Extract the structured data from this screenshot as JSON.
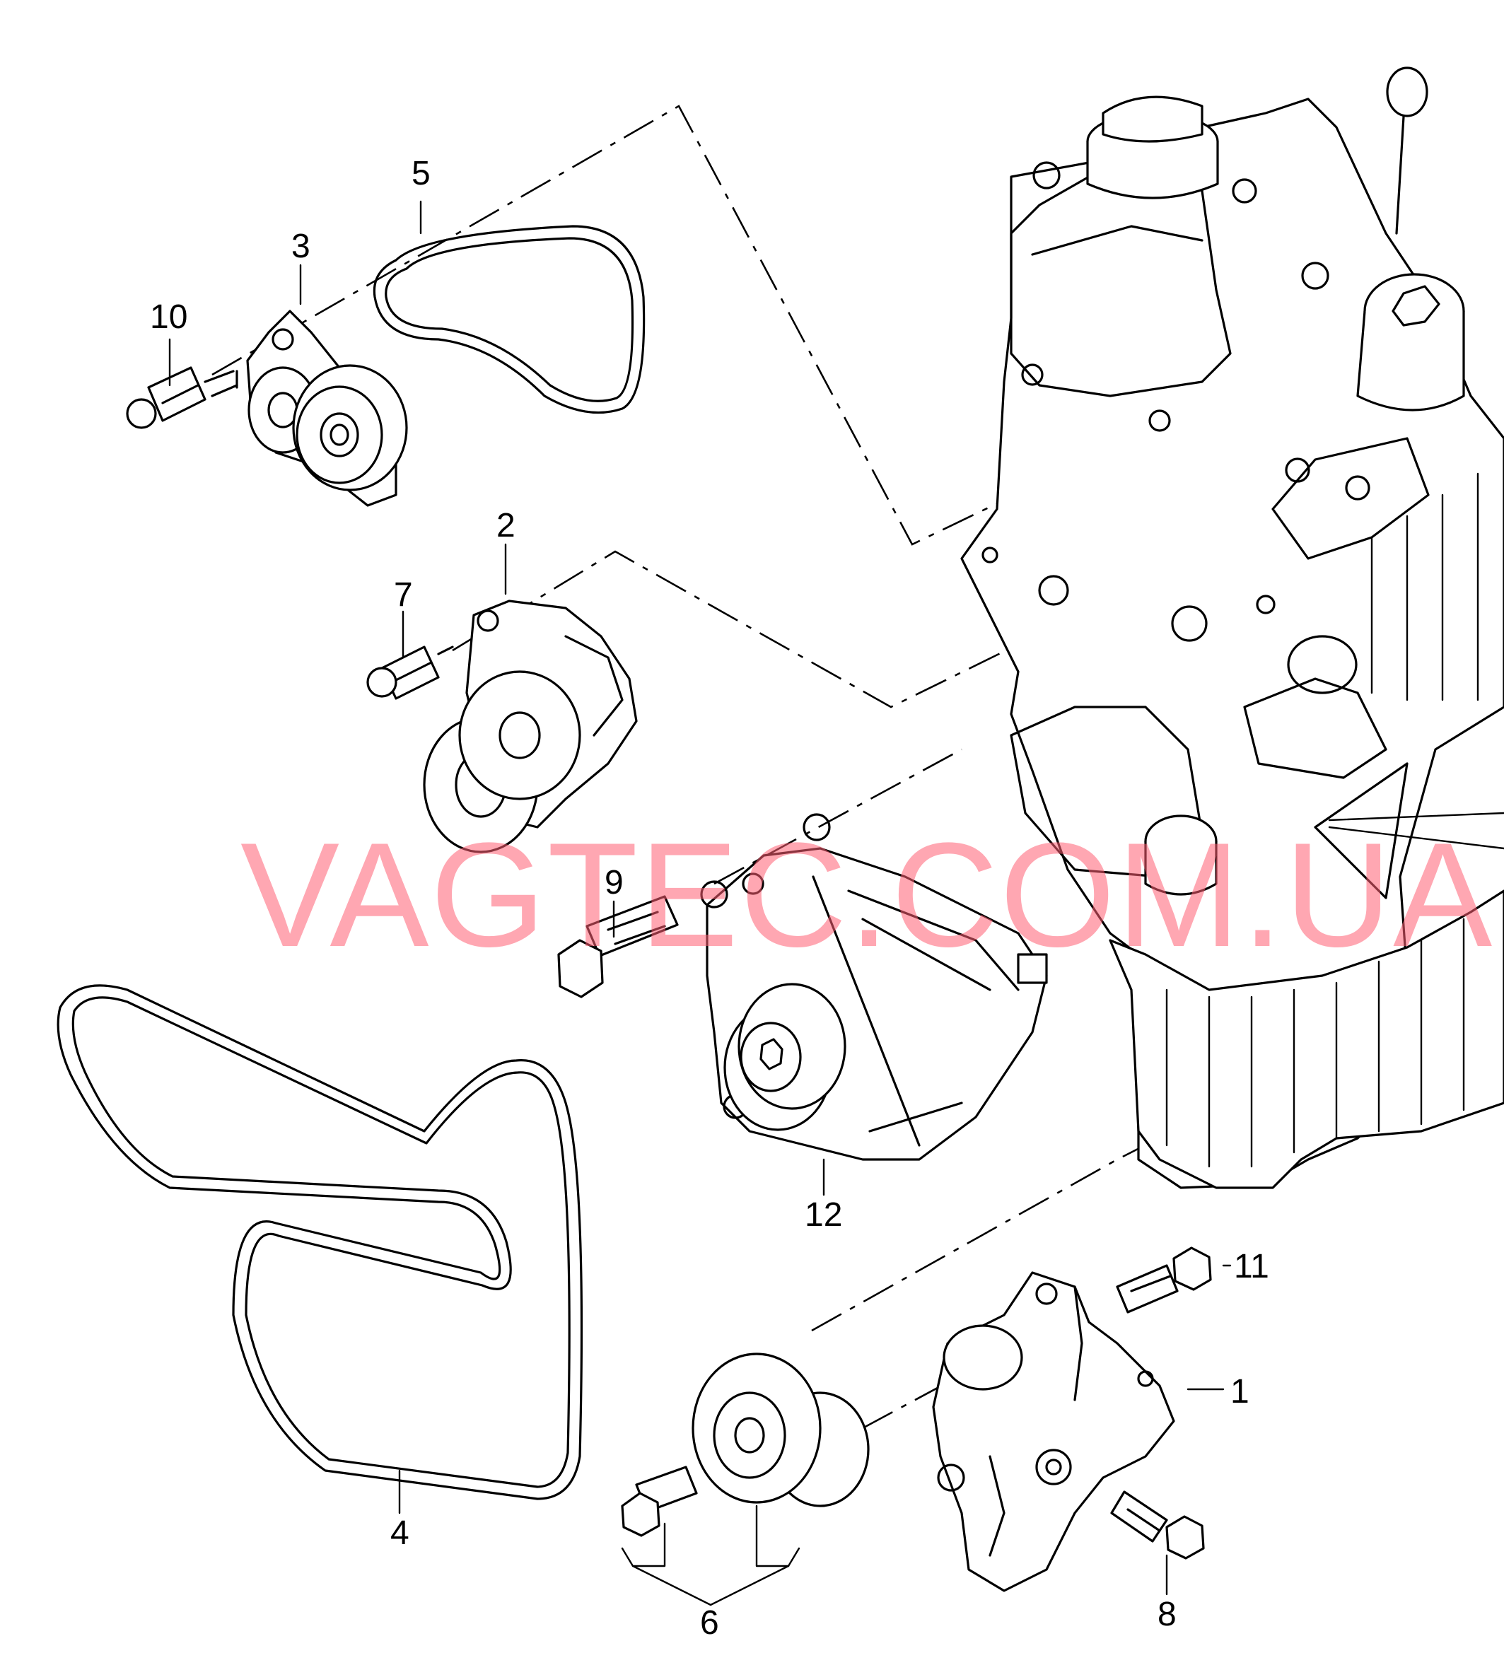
{
  "callouts": {
    "c1": "1",
    "c2": "2",
    "c3": "3",
    "c4": "4",
    "c5": "5",
    "c6": "6",
    "c7": "7",
    "c8": "8",
    "c9": "9",
    "c10": "10",
    "c11": "11",
    "c12": "12"
  },
  "watermark": "VAGTEC.COM.UA",
  "watermark_color": "#ff5f73"
}
